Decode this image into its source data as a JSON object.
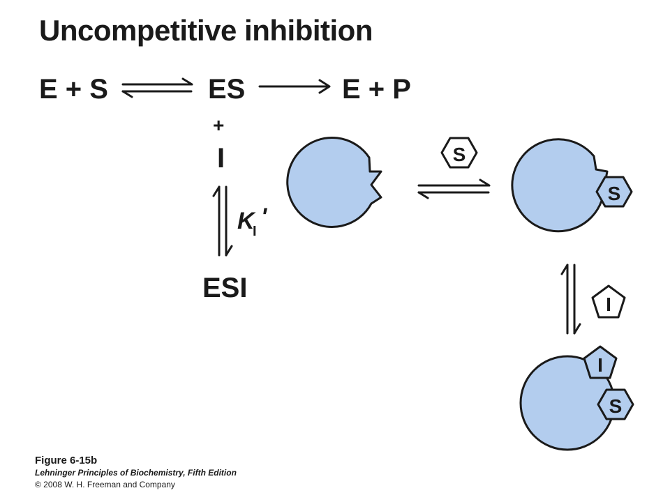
{
  "title": "Uncompetitive inhibition",
  "equation": {
    "left": "E + S",
    "middle": "ES",
    "right": "E + P",
    "plus": "+",
    "inhibitor": "I",
    "constant_symbol": "K",
    "constant_subscript": "I",
    "constant_prime": "'",
    "complex": "ESI"
  },
  "cartoon": {
    "substrate_label": "S",
    "inhibitor_label": "I",
    "enzyme_color": "#b3cdee"
  },
  "caption": {
    "figure": "Figure 6-15b",
    "book": "Lehninger Principles of Biochemistry, Fifth Edition",
    "copyright": "© 2008 W. H. Freeman and Company"
  }
}
